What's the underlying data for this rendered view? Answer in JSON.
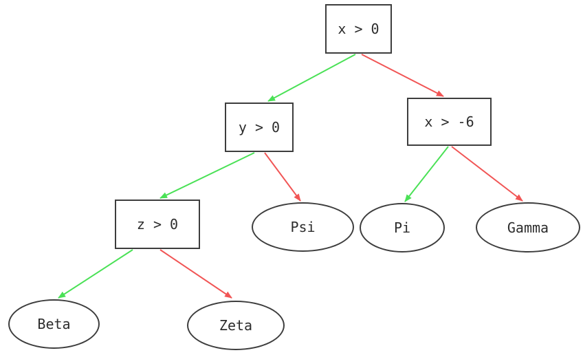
{
  "diagram": {
    "type": "decision-tree",
    "nodes": [
      {
        "id": "x_gt_0",
        "label": "x > 0",
        "shape": "box"
      },
      {
        "id": "y_gt_0",
        "label": "y > 0",
        "shape": "box"
      },
      {
        "id": "x_gt_neg6",
        "label": "x > -6",
        "shape": "box"
      },
      {
        "id": "z_gt_0",
        "label": "z > 0",
        "shape": "box"
      },
      {
        "id": "psi",
        "label": "Psi",
        "shape": "ellipse"
      },
      {
        "id": "pi",
        "label": "Pi",
        "shape": "ellipse"
      },
      {
        "id": "gamma",
        "label": "Gamma",
        "shape": "ellipse"
      },
      {
        "id": "beta",
        "label": "Beta",
        "shape": "ellipse"
      },
      {
        "id": "zeta",
        "label": "Zeta",
        "shape": "ellipse"
      }
    ],
    "edges": [
      {
        "from": "x > 0",
        "to": "y > 0",
        "branch": "true"
      },
      {
        "from": "x > 0",
        "to": "x > -6",
        "branch": "false"
      },
      {
        "from": "y > 0",
        "to": "z > 0",
        "branch": "true"
      },
      {
        "from": "y > 0",
        "to": "Psi",
        "branch": "false"
      },
      {
        "from": "x > -6",
        "to": "Pi",
        "branch": "true"
      },
      {
        "from": "x > -6",
        "to": "Gamma",
        "branch": "false"
      },
      {
        "from": "z > 0",
        "to": "Beta",
        "branch": "true"
      },
      {
        "from": "z > 0",
        "to": "Zeta",
        "branch": "false"
      }
    ],
    "colors": {
      "true_branch": "#4ae156",
      "false_branch": "#f15555",
      "node_border": "#3d3d3d",
      "node_text": "#2c2c2c",
      "background": "#ffffff"
    }
  }
}
